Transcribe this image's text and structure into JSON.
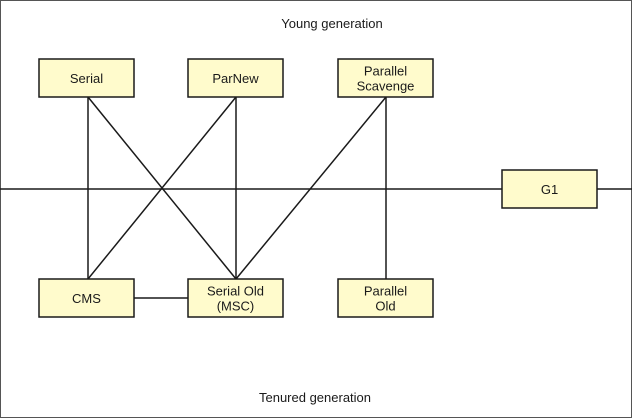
{
  "regions": {
    "top_label": "Young generation",
    "bottom_label": "Tenured generation"
  },
  "collectors": {
    "serial": [
      "Serial"
    ],
    "parnew": [
      "ParNew"
    ],
    "parallel_scavenge": [
      "Parallel",
      "Scavenge"
    ],
    "cms": [
      "CMS"
    ],
    "serial_old": [
      "Serial Old",
      "(MSC)"
    ],
    "parallel_old": [
      "Parallel",
      "Old"
    ],
    "g1": [
      "G1"
    ]
  },
  "connections": [
    [
      "serial",
      "cms"
    ],
    [
      "serial",
      "serial_old"
    ],
    [
      "parnew",
      "cms"
    ],
    [
      "parnew",
      "serial_old"
    ],
    [
      "parallel_scavenge",
      "serial_old"
    ],
    [
      "parallel_scavenge",
      "parallel_old"
    ],
    [
      "cms",
      "serial_old"
    ]
  ],
  "colors": {
    "box_fill": "#fffbcc",
    "stroke": "#1a1a1a",
    "border": "#555555",
    "background": "#ffffff"
  }
}
